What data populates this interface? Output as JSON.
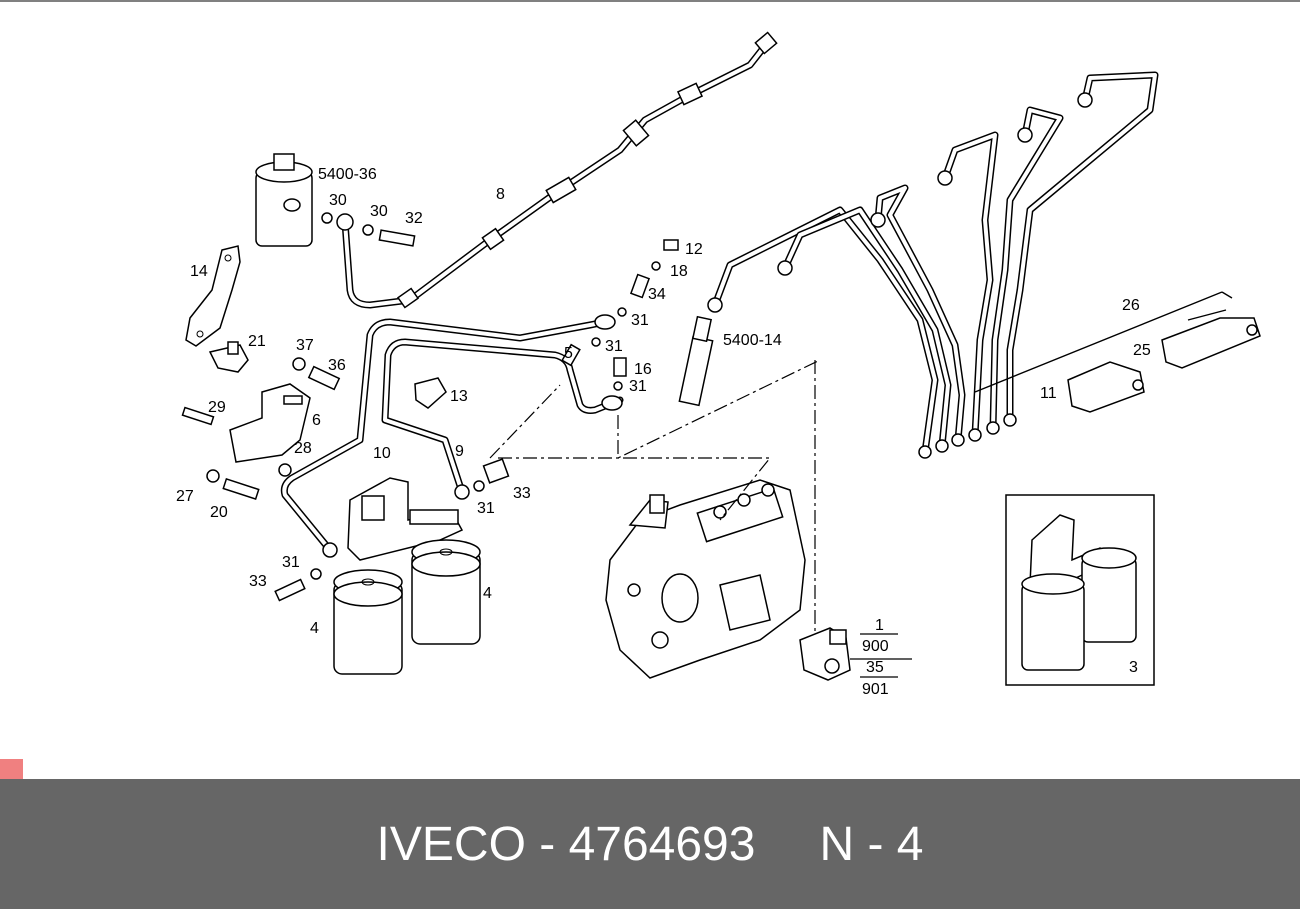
{
  "labels": {
    "l_5400_36": "5400-36",
    "l_5400_14": "5400-14",
    "l_8": "8",
    "l_30a": "30",
    "l_30b": "30",
    "l_32": "32",
    "l_14": "14",
    "l_21": "21",
    "l_37": "37",
    "l_36": "36",
    "l_29": "29",
    "l_6": "6",
    "l_28": "28",
    "l_27": "27",
    "l_20": "20",
    "l_10": "10",
    "l_9": "9",
    "l_13": "13",
    "l_12": "12",
    "l_18": "18",
    "l_34": "34",
    "l_31a": "31",
    "l_5": "5",
    "l_31b": "31",
    "l_16": "16",
    "l_31c": "31",
    "l_33a": "33",
    "l_31d": "31",
    "l_31e": "31",
    "l_33b": "33",
    "l_4a": "4",
    "l_4b": "4",
    "l_26": "26",
    "l_25": "25",
    "l_11": "11",
    "l_3": "3",
    "frac_top_1": "1",
    "frac_bot_1": "900",
    "frac_top_2": "35",
    "frac_bot_2": "901"
  },
  "footer": {
    "brand": "IVECO",
    "separator": "-",
    "part_number": "4764693",
    "page_code": "N - 4"
  },
  "colors": {
    "footer_bg": "#666666",
    "footer_text": "#ffffff",
    "corner_marker": "#f08080"
  }
}
